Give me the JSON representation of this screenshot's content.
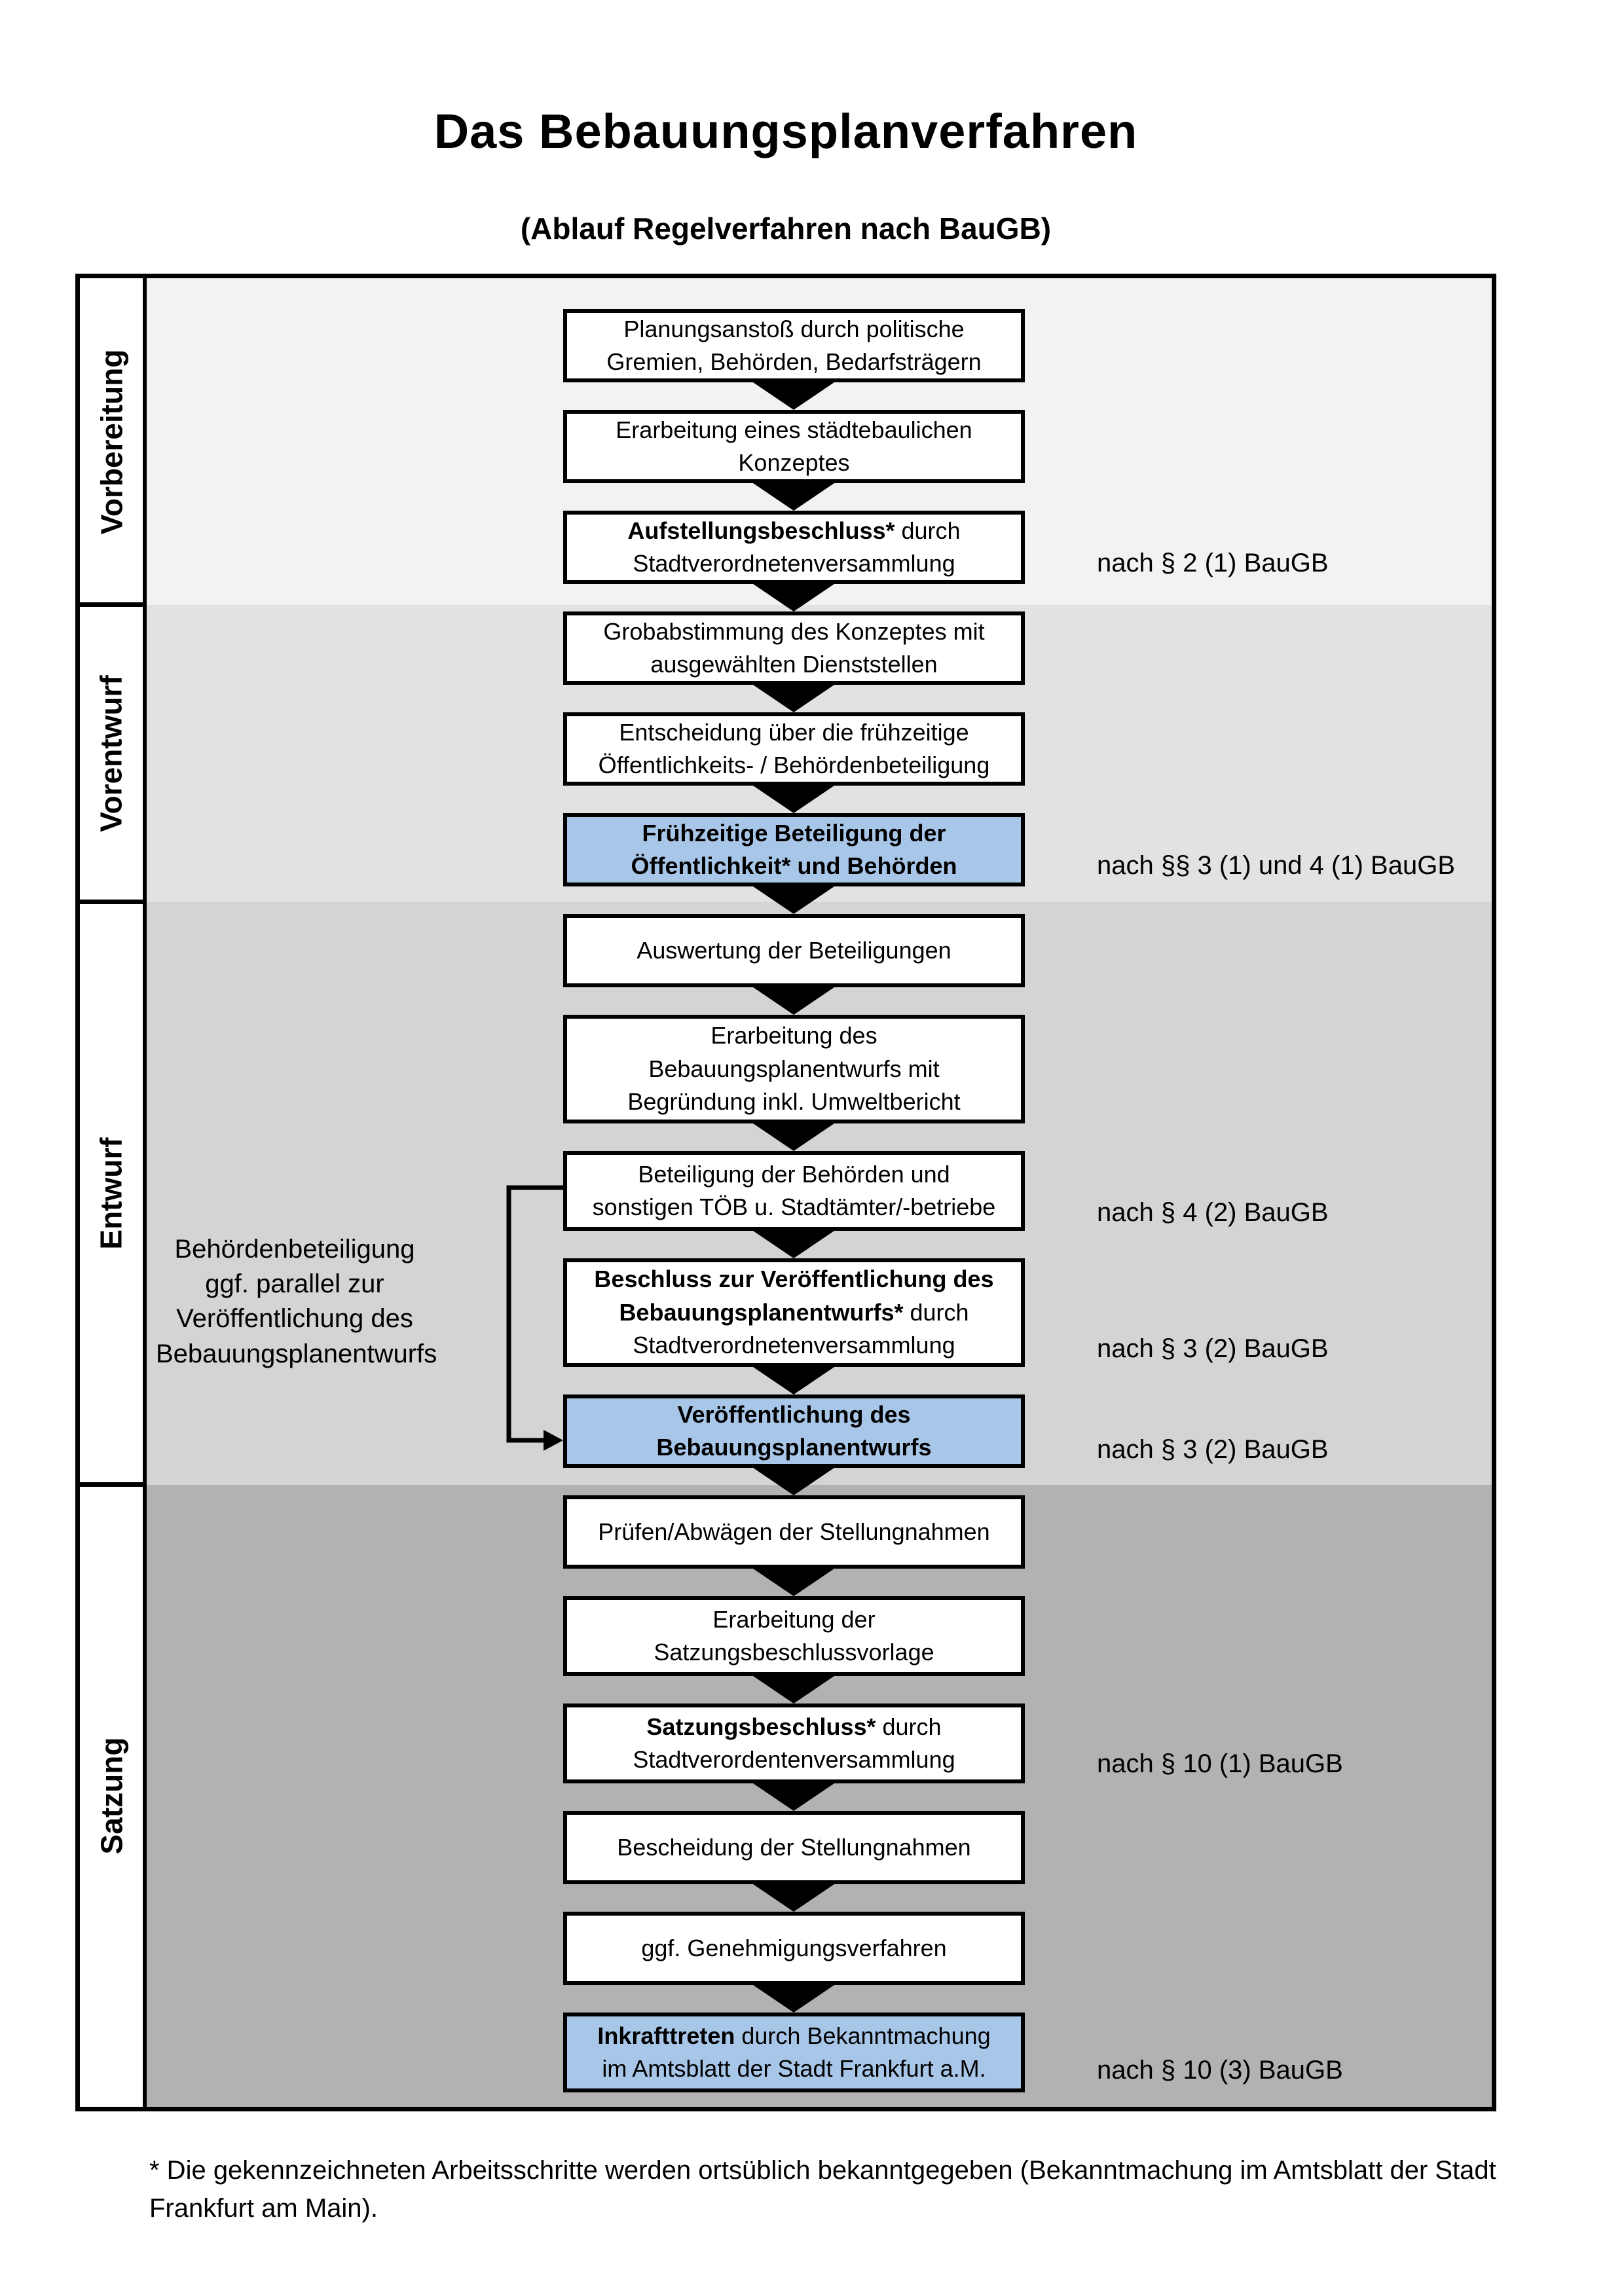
{
  "title": "Das Bebauungsplanverfahren",
  "subtitle": "(Ablauf Regelverfahren nach BauGB)",
  "phases": [
    {
      "label": "Vorbereitung"
    },
    {
      "label": "Vorentwurf"
    },
    {
      "label": "Entwurf"
    },
    {
      "label": "Satzung"
    }
  ],
  "boxes": [
    {
      "r": "Planungsanstoß durch politische\nGremien, Behörden, Bedarfsträgern",
      "type": "normal"
    },
    {
      "r": "Erarbeitung eines städtebaulichen\nKonzeptes",
      "type": "normal"
    },
    {
      "b": "Aufstellungsbeschluss*",
      "r": " durch\nStadtverordnetenversammlung",
      "type": "normal"
    },
    {
      "r": "Grobabstimmung des Konzeptes mit\nausgewählten Dienststellen",
      "type": "normal"
    },
    {
      "r": "Entscheidung über die frühzeitige\nÖffentlichkeits- / Behördenbeteiligung",
      "type": "normal"
    },
    {
      "b": "Frühzeitige Beteiligung der\nÖffentlichkeit* und Behörden",
      "type": "highlight"
    },
    {
      "r": "Auswertung der Beteiligungen",
      "type": "normal"
    },
    {
      "r": "Erarbeitung des\nBebauungsplanentwurfs mit\nBegründung inkl. Umweltbericht",
      "type": "normal"
    },
    {
      "r": "Beteiligung der Behörden und\nsonstigen TÖB u. Stadtämter/-betriebe",
      "type": "normal"
    },
    {
      "b": "Beschluss zur Veröffentlichung des\nBebauungsplanentwurfs*",
      "r": " durch\nStadtverordnetenversammlung",
      "type": "normal"
    },
    {
      "b": "Veröffentlichung des\nBebauungsplanentwurfs",
      "type": "highlight"
    },
    {
      "r": "Prüfen/Abwägen der Stellungnahmen",
      "type": "normal"
    },
    {
      "r": "Erarbeitung der\nSatzungsbeschlussvorlage",
      "type": "normal"
    },
    {
      "b": "Satzungsbeschluss*",
      "r": " durch\nStadtverordentenversammlung",
      "type": "normal"
    },
    {
      "r": "Bescheidung der Stellungnahmen",
      "type": "normal"
    },
    {
      "r": "ggf. Genehmigungsverfahren",
      "type": "normal"
    },
    {
      "b": "Inkrafttreten",
      "r": " durch Bekanntmachung\nim Amtsblatt der Stadt Frankfurt a.M.",
      "type": "highlight"
    }
  ],
  "refs": [
    "nach § 2 (1) BauGB",
    "nach §§ 3 (1) und 4 (1) BauGB",
    "nach § 4 (2) BauGB",
    "nach § 3 (2) BauGB",
    "nach § 3 (2) BauGB",
    "nach § 10 (1) BauGB",
    "nach § 10 (3) BauGB"
  ],
  "annotation": "Behördenbeteiligung\nggf. parallel zur\nVeröffentlichung des\nBebauungsplanentwurfs",
  "footnote": "* Die gekennzeichneten Arbeitsschritte werden ortsüblich bekanntgegeben (Bekanntmachung im Amtsblatt der Stadt\nFrankfurt am Main).",
  "colors": {
    "highlight_box": "#a8c6e8",
    "band_vorbereitung": "#f2f2f2",
    "band_vorentwurf": "#e2e2e2",
    "band_entwurf": "#d4d4d4",
    "band_satzung": "#b2b2b2",
    "border": "#000000",
    "arrow": "#000000"
  }
}
